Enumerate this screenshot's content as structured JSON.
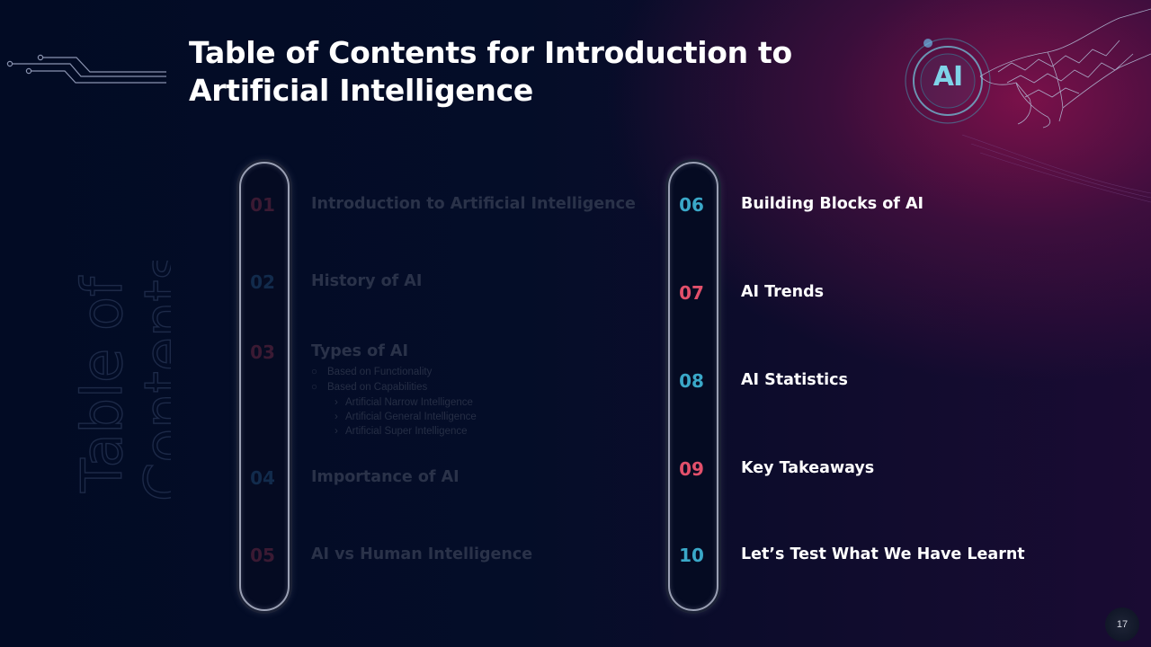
{
  "header": {
    "title": "Table of Contents for Introduction to Artificial Intelligence"
  },
  "side_title": {
    "line1": "Table of",
    "line2": "Contents"
  },
  "ai_badge": {
    "label": "AI"
  },
  "left_items": [
    {
      "number": "01",
      "label": "Introduction to Artificial Intelligence"
    },
    {
      "number": "02",
      "label": "History of AI"
    },
    {
      "number": "03",
      "label": "Types of AI"
    },
    {
      "number": "04",
      "label": "Importance of AI"
    },
    {
      "number": "05",
      "label": "AI vs Human Intelligence"
    }
  ],
  "types_sub": {
    "level1": [
      "Based on Functionality",
      "Based on Capabilities"
    ],
    "level2": [
      "Artificial Narrow Intelligence",
      "Artificial General Intelligence",
      "Artificial Super Intelligence"
    ]
  },
  "right_items": [
    {
      "number": "06",
      "label": "Building Blocks of AI"
    },
    {
      "number": "07",
      "label": "AI Trends"
    },
    {
      "number": "08",
      "label": "AI Statistics"
    },
    {
      "number": "09",
      "label": "Key Takeaways"
    },
    {
      "number": "10",
      "label": "Let’s Test What We Have Learnt"
    }
  ],
  "page_number": "17",
  "colors": {
    "accent_blue": "#3aa8c8",
    "accent_red": "#e2506b",
    "background": "#030b24"
  }
}
